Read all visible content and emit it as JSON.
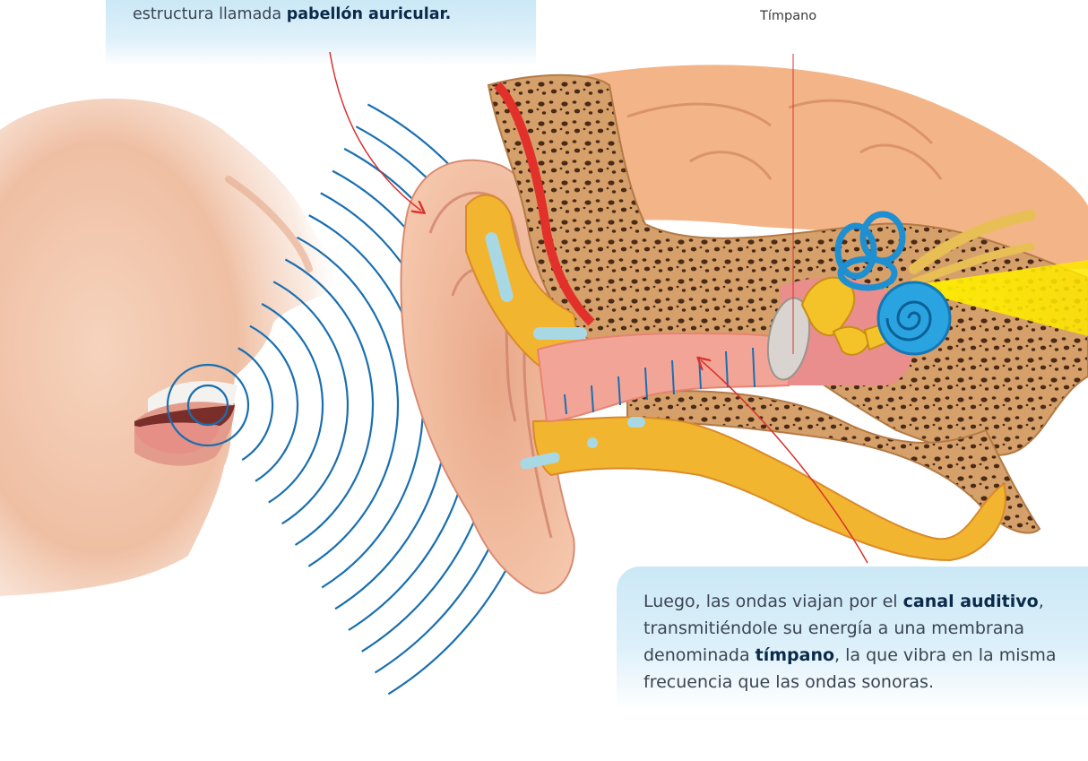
{
  "top_box": {
    "line_prefix": "estructura llamada ",
    "keyword": "pabellón auricular."
  },
  "tympanum_label": "Tímpano",
  "bottom_box": {
    "l1_a": "Luego, las ondas viajan por el ",
    "l1_kw": "canal auditivo",
    "l1_b": ",",
    "l2": "transmitiéndole su energía a una membrana",
    "l3_a": "denominada ",
    "l3_kw": "tímpano",
    "l3_b": ", la que vibra en la misma",
    "l4": "frecuencia que las ondas sonoras."
  },
  "colors": {
    "wave": "#1a6fb0",
    "arrow": "#d8332f",
    "keyword": "#0b2a4a",
    "box_bg": "#cbe8f6",
    "skin": "#f2c2a6",
    "cartilage": "#f2b52f",
    "bone": "#c9935e",
    "brain": "#f3b488",
    "canal_skin": "#f2a597",
    "cochlea": "#2aa4e0",
    "nerve_beam": "#fff000"
  },
  "icons": [
    "sound-waves",
    "mouth-face",
    "outer-ear",
    "ear-canal",
    "eardrum",
    "ossicles",
    "cochlea",
    "semicircular-canals",
    "auditory-nerve",
    "skull-bone",
    "brain-tissue",
    "pointer-arrow"
  ]
}
